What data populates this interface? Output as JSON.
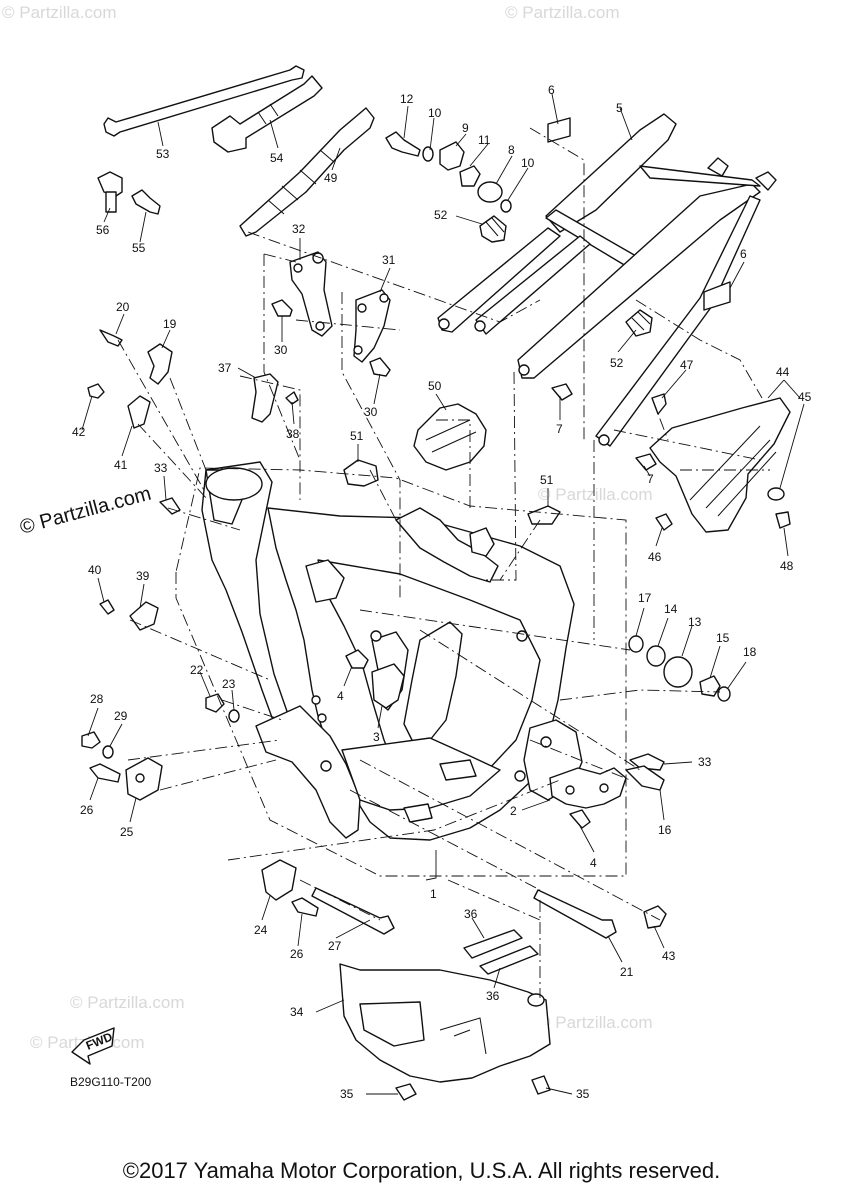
{
  "watermarks": {
    "main": "© Partzilla.com",
    "faint": [
      "© Partzilla.com",
      "© Partzilla.com",
      "© Partzilla.com",
      "© Partzilla.com",
      "© Partzilla.com",
      "© Partzilla.com"
    ]
  },
  "diagram_code": "B29G110-T200",
  "fwd_label": "FWD",
  "copyright": "©2017 Yamaha Motor Corporation, U.S.A. All rights reserved.",
  "callouts": [
    "1",
    "2",
    "3",
    "4",
    "4",
    "5",
    "6",
    "6",
    "7",
    "7",
    "8",
    "9",
    "10",
    "10",
    "11",
    "12",
    "13",
    "14",
    "15",
    "16",
    "17",
    "18",
    "19",
    "20",
    "21",
    "22",
    "23",
    "24",
    "25",
    "26",
    "26",
    "27",
    "28",
    "29",
    "30",
    "30",
    "31",
    "32",
    "33",
    "33",
    "34",
    "35",
    "35",
    "36",
    "36",
    "37",
    "38",
    "39",
    "40",
    "41",
    "42",
    "43",
    "44",
    "45",
    "46",
    "47",
    "48",
    "49",
    "50",
    "51",
    "51",
    "52",
    "52",
    "53",
    "54",
    "55",
    "56"
  ]
}
